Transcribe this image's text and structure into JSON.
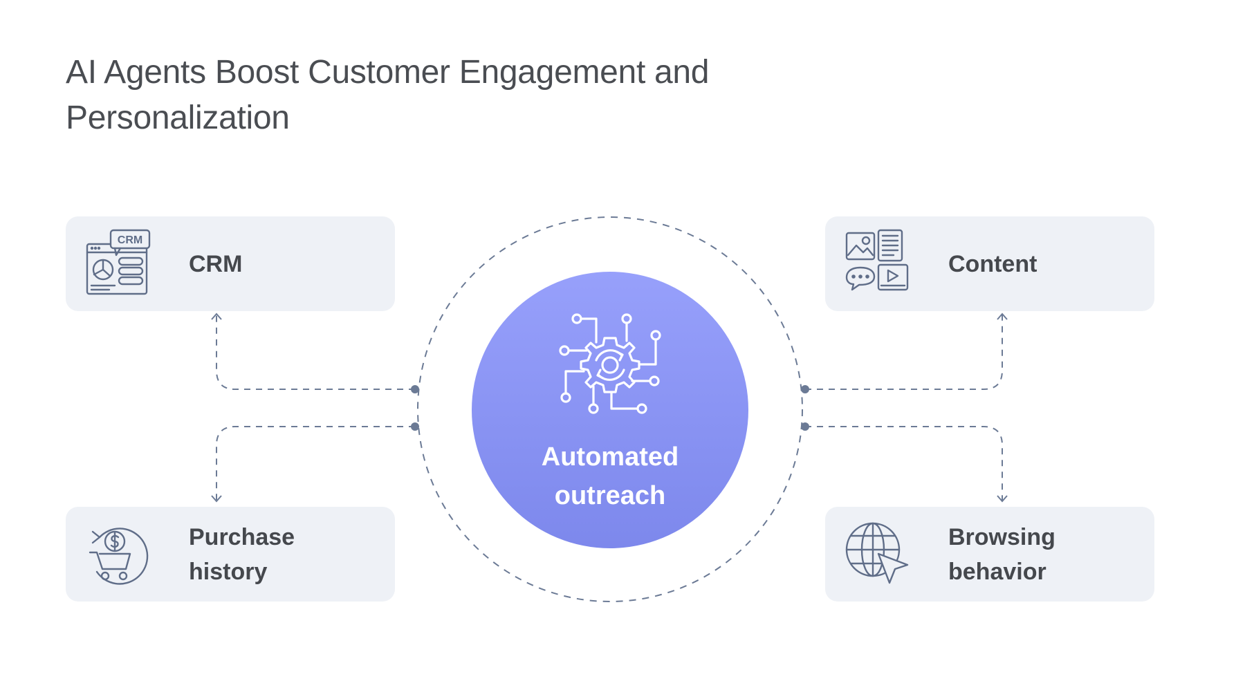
{
  "title": "AI Agents Boost Customer Engagement and Personalization",
  "center": {
    "label": "Automated\noutreach",
    "icon": "gear-circuit-icon"
  },
  "nodes": {
    "crm": {
      "label": "CRM",
      "icon": "crm-dashboard-icon",
      "icon_text": "CRM"
    },
    "purchase": {
      "label": "Purchase\nhistory",
      "icon": "cart-dollar-icon"
    },
    "content": {
      "label": "Content",
      "icon": "content-media-icon"
    },
    "browsing": {
      "label": "Browsing\nbehavior",
      "icon": "globe-cursor-icon"
    }
  },
  "colors": {
    "card_bg": "#eef1f6",
    "connector": "#6b7a95",
    "icon_stroke": "#5f6d88",
    "center_top": "#97a0fb",
    "center_bottom": "#7d88ec",
    "text": "#45484d"
  }
}
